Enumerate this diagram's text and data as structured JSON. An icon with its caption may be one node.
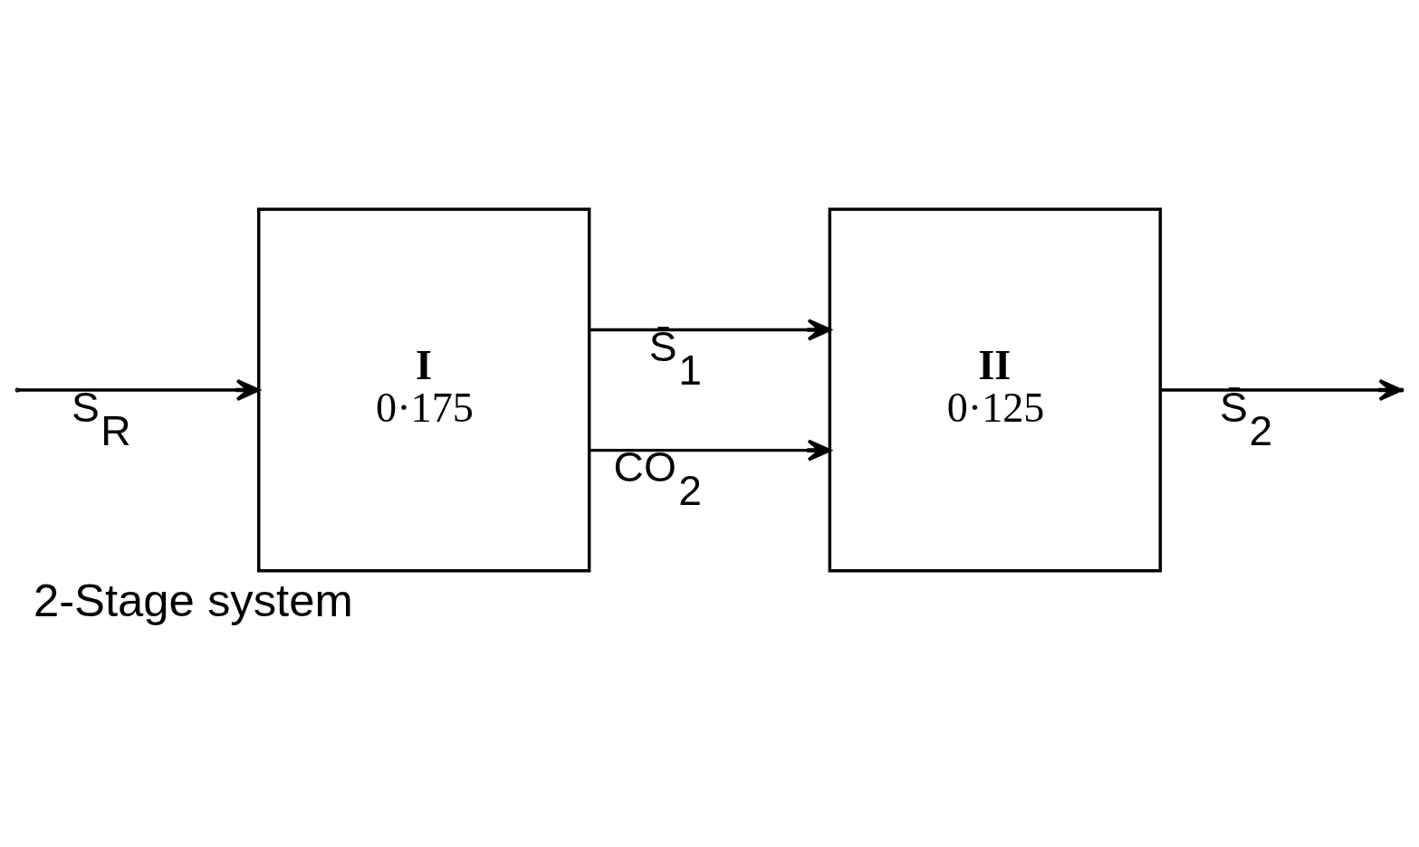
{
  "diagram": {
    "caption": "2-Stage system",
    "nodes": [
      {
        "text": [
          "I",
          "0·175"
        ]
      },
      {
        "text": [
          "II",
          "0·125"
        ]
      }
    ],
    "edges": [
      {
        "from": null,
        "to": 0,
        "arrow": "to",
        "label": "S$_{R}$"
      },
      {
        "from": 0,
        "to": 1,
        "arrow": "to",
        "label": "CO$_{2}$"
      },
      {
        "from": 0,
        "to": 1,
        "arrow": "to",
        "label": "S̄$_{1}$"
      },
      {
        "from": 1,
        "to": null,
        "arrow": "to",
        "label": "S̄$_{2}$"
      }
    ]
  }
}
